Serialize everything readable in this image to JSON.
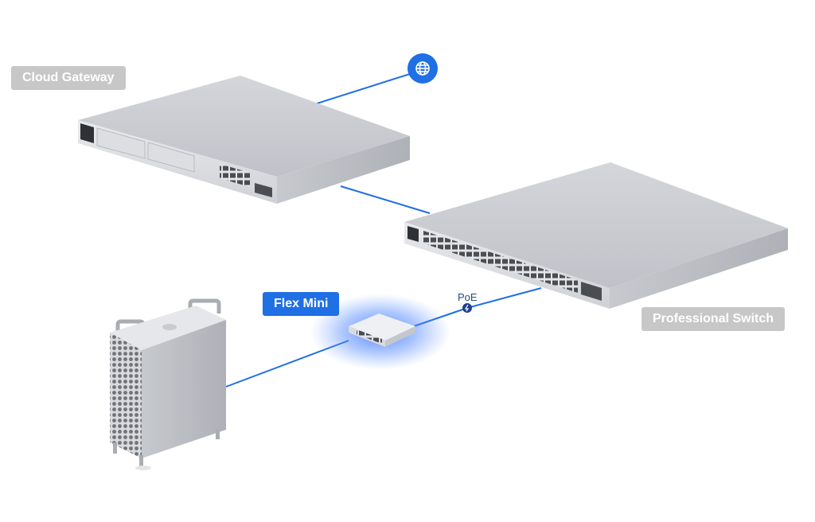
{
  "labels": {
    "cloud_gateway": "Cloud Gateway",
    "professional_switch": "Professional Switch",
    "flex_mini": "Flex Mini",
    "poe": "PoE"
  },
  "icons": {
    "internet": "globe-icon",
    "poe": "power-bolt-icon"
  },
  "colors": {
    "link": "#1f6fe5",
    "accent_label": "#1f6fe5",
    "device_label_bg": "#c7c7c7",
    "device_body": "#c8cbd1",
    "glow": "#3b7bff"
  }
}
